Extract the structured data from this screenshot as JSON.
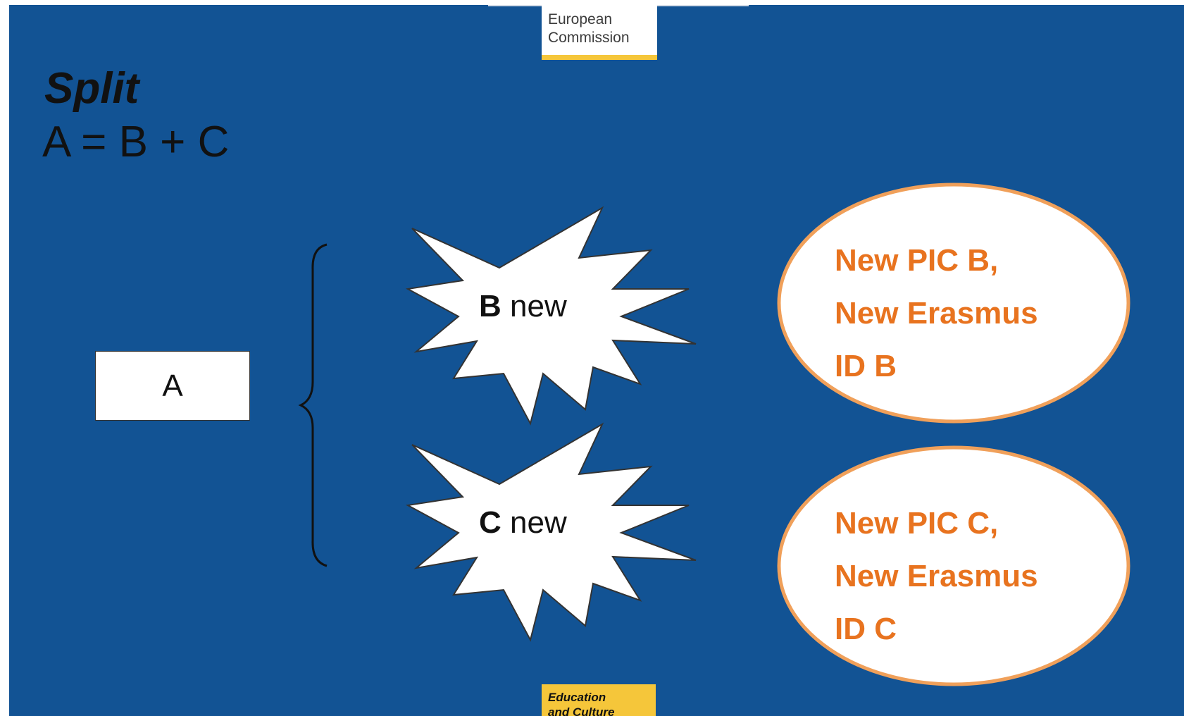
{
  "header": {
    "logo_line1": "European",
    "logo_line2": "Commission"
  },
  "slide": {
    "title": "Split",
    "formula": "A = B + C"
  },
  "diagram": {
    "source_box": "A",
    "entities": [
      {
        "letter": "B",
        "label": " new"
      },
      {
        "letter": "C",
        "label": " new"
      }
    ],
    "results": [
      {
        "lines": [
          "New PIC B,",
          "New Erasmus",
          "ID B"
        ]
      },
      {
        "lines": [
          "New PIC C,",
          "New Erasmus",
          "ID C"
        ]
      }
    ]
  },
  "footer": {
    "logo_line1": "Education",
    "logo_line2": "and Culture"
  },
  "colors": {
    "background": "#125394",
    "result_text": "#e8731f",
    "ellipse_border": "#f0a05a",
    "logo_accent": "#f5c63a"
  }
}
